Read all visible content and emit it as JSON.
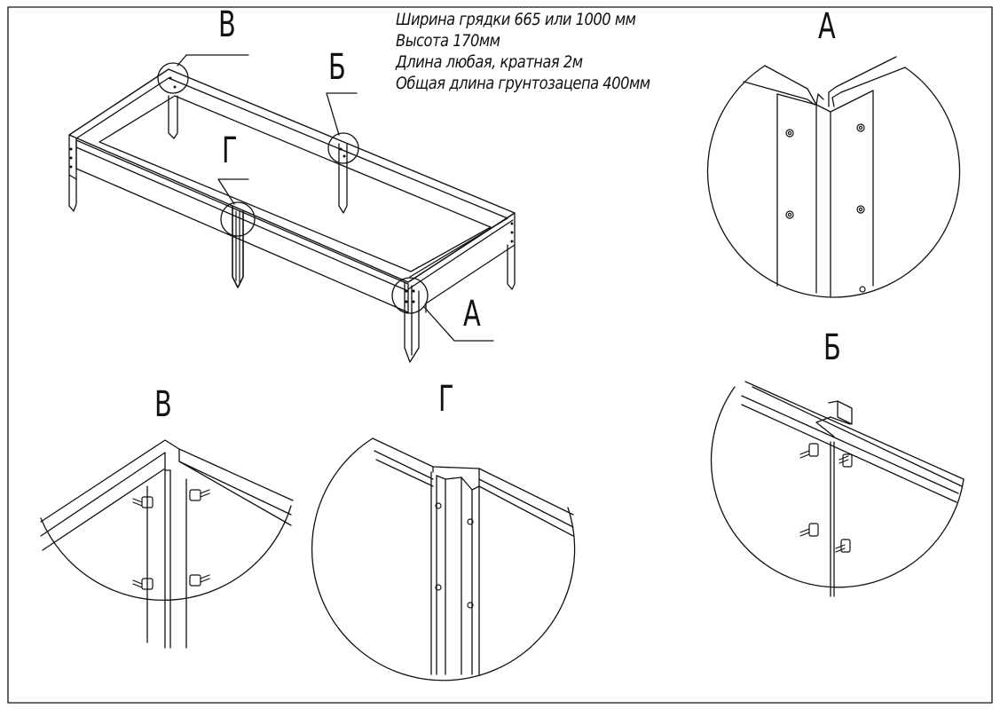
{
  "notes": {
    "width": "Ширина грядки 665 или 1000 мм",
    "height": "Высота 170мм",
    "length": "Длина любая, кратная 2м",
    "stake_length": "Общая длина грунтозацепа 400мм"
  },
  "callouts": {
    "a": "А",
    "b": "Б",
    "v": "В",
    "g": "Г"
  },
  "colors": {
    "line": "#111111",
    "background": "#ffffff"
  }
}
